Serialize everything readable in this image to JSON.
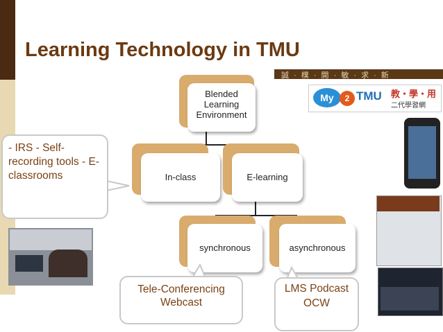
{
  "title": "Learning Technology in TMU",
  "nodes": {
    "blended": "Blended Learning Environment",
    "in_class": "In-class",
    "e_learning": "E-learning",
    "synchronous": "synchronous",
    "asynchronous": "asynchronous"
  },
  "callouts": {
    "left": [
      "- IRS",
      "- Self-recording",
      "tools",
      "- E- classrooms"
    ],
    "sync": [
      "Tele-Conferencing",
      "Webcast"
    ],
    "async": [
      "LMS",
      "Podcast",
      "OCW"
    ]
  },
  "right_panel": {
    "banner_text": "誠 · 樸 · 開 · 敏 · 求 · 新",
    "logo_my": "My",
    "logo_2": "2",
    "logo_tmu": "TMU",
    "logo_cn": "教‧學‧用",
    "logo_cn2": "二代學習網"
  },
  "colors": {
    "title": "#6b3a12",
    "accent": "#d9ab6c",
    "callout_text": "#7a4214"
  },
  "icons": [
    "classroom-photo",
    "phone-screenshot",
    "website-screenshot",
    "video-site-screenshot"
  ]
}
